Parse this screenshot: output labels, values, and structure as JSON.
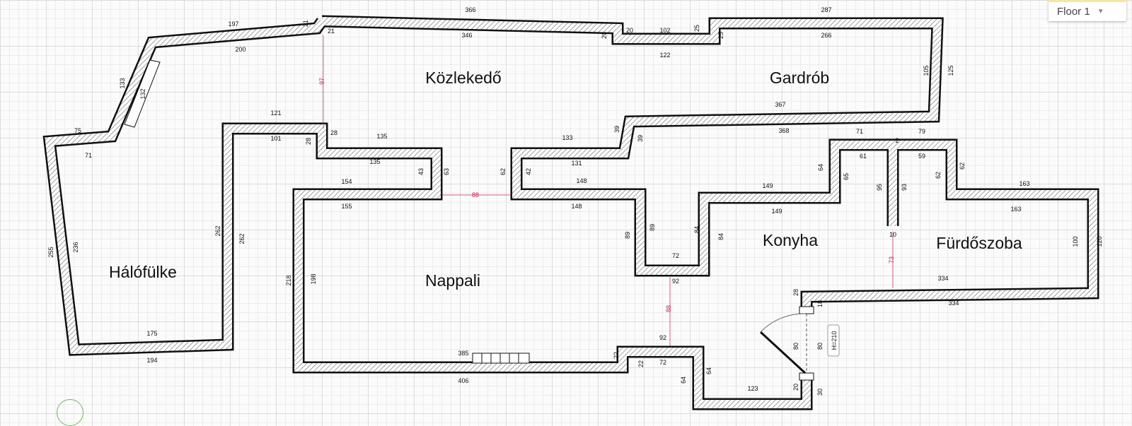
{
  "floor_selector": {
    "label": "Floor 1",
    "icon": "chevron-down-icon"
  },
  "rooms": [
    "Közlekedő",
    "Gardrób",
    "Hálófülke",
    "Nappali",
    "Konyha",
    "Fürdőszoba"
  ],
  "door": {
    "height_label": "H=210"
  },
  "dimensions": [
    "366",
    "346",
    "197",
    "21",
    "21",
    "200",
    "20",
    "20",
    "102",
    "25",
    "25",
    "287",
    "266",
    "122",
    "105",
    "125",
    "367",
    "133",
    "132",
    "75",
    "71",
    "121",
    "97",
    "101",
    "28",
    "28",
    "135",
    "135",
    "43",
    "63",
    "154",
    "155",
    "88",
    "62",
    "42",
    "133",
    "131",
    "39",
    "39",
    "368",
    "71",
    "79",
    "2",
    "61",
    "59",
    "64",
    "65",
    "62",
    "62",
    "148",
    "148",
    "149",
    "149",
    "95",
    "93",
    "163",
    "163",
    "89",
    "89",
    "84",
    "84",
    "72",
    "92",
    "10",
    "73",
    "88",
    "100",
    "120",
    "334",
    "334",
    "28",
    "18",
    "80",
    "80",
    "20",
    "30",
    "123",
    "64",
    "64",
    "92",
    "72",
    "22",
    "22",
    "385",
    "406",
    "218",
    "198",
    "262",
    "262",
    "236",
    "255",
    "175",
    "194"
  ],
  "colors": {
    "wall": "#111111",
    "highlight_dimension": "#c8245a"
  }
}
